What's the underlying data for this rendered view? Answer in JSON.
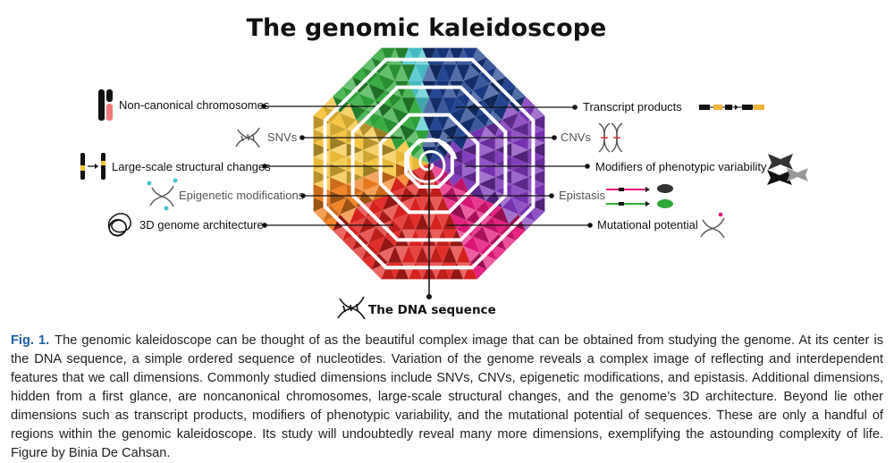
{
  "title": "The genomic kaleidoscope",
  "center_label": "The DNA sequence",
  "left_labels": [
    {
      "text": "Non-canonical chromosomes",
      "icon": "chromosome-icon",
      "muted": false
    },
    {
      "text": "SNVs",
      "icon": "dna-helix-icon",
      "muted": true
    },
    {
      "text": "Large-scale structural changes",
      "icon": "chromosome-rearrangement-icon",
      "muted": false
    },
    {
      "text": "Epigenetic modifications",
      "icon": "methylated-dna-icon",
      "muted": true
    },
    {
      "text": "3D genome architecture",
      "icon": "tangled-chromatin-icon",
      "muted": false
    }
  ],
  "right_labels": [
    {
      "text": "Transcript products",
      "icon": "transcript-isoforms-icon",
      "muted": false
    },
    {
      "text": "CNVs",
      "icon": "double-helix-icon",
      "muted": true
    },
    {
      "text": "Modifiers of phenotypic variability",
      "icon": "butterflies-icon",
      "muted": false
    },
    {
      "text": "Epistasis",
      "icon": "mouse-genotype-icon",
      "muted": true
    },
    {
      "text": "Mutational potential",
      "icon": "mutated-dna-icon",
      "muted": false
    }
  ],
  "colors": {
    "blue": "#1a3c8a",
    "teal": "#48c4cc",
    "purple": "#7b35b8",
    "magenta": "#e4177a",
    "red": "#e02420",
    "orange": "#f07f1e",
    "yellow": "#f4c33a",
    "green": "#2fa83a",
    "caption_label": "#1f5fa8"
  },
  "caption": {
    "label": "Fig. 1.",
    "text": "The genomic kaleidoscope can be thought of as the beautiful complex image that can be obtained from studying the genome. At its center is the DNA sequence, a simple ordered sequence of nucleotides. Variation of the genome reveals a complex image of reflecting and interdependent features that we call dimensions. Commonly studied dimensions include SNVs, CNVs, epigenetic modifications, and epistasis. Additional dimensions, hidden from a first glance, are noncanonical chromosomes, large-scale structural changes, and the genome’s 3D architecture. Beyond lie other dimensions such as transcript products, modifiers of phenotypic variability, and the mutational potential of sequences. These are only a handful of regions within the genomic kaleidoscope. Its study will undoubtedly reveal many more dimensions, exemplifying the astounding complexity of life. Figure by Binia De Cahsan."
  }
}
